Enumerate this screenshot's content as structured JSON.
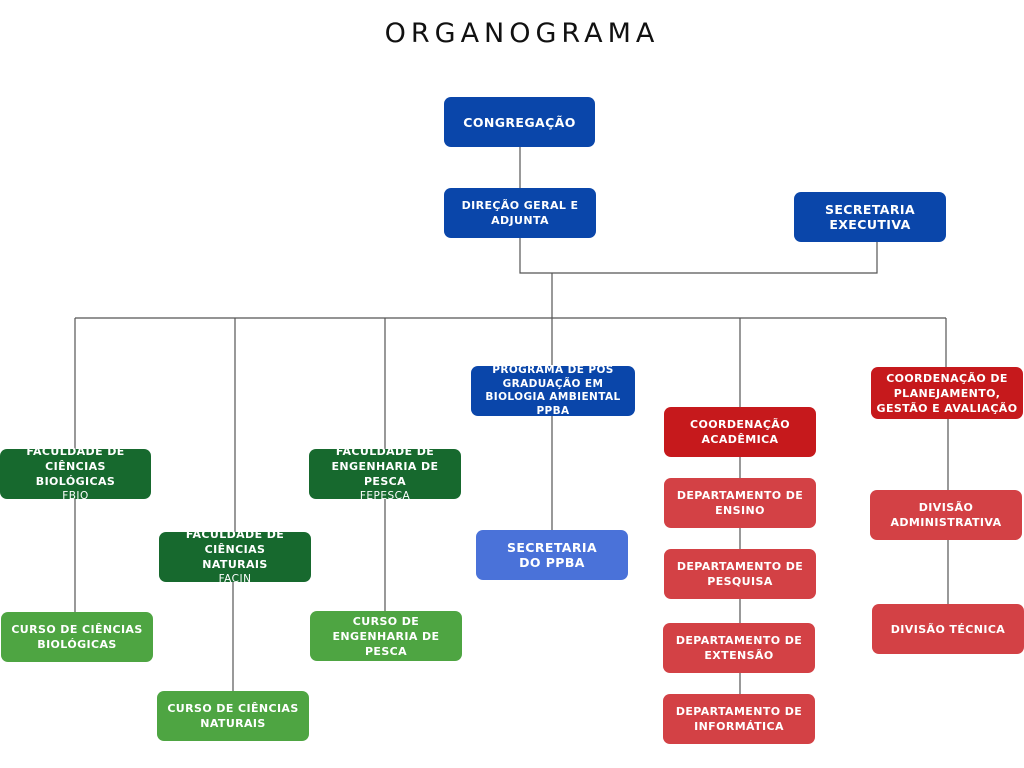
{
  "title": "ORGANOGRAMA",
  "nodes": {
    "congregacao": "CONGREGAÇÃO",
    "direcao": "DIREÇÃO GERAL E ADJUNTA",
    "secretaria_executiva": "SECRETARIA EXECUTIVA",
    "programa_ppba": "PROGRAMA DE PÓS GRADUAÇÃO EM BIOLOGIA AMBIENTAL PPBA",
    "secretaria_ppba": "SECRETARIA DO PPBA",
    "fbio": {
      "name": "FACULDADE DE CIÊNCIAS BIOLÓGICAS",
      "abbr": "FBIO"
    },
    "curso_bio": "CURSO DE CIÊNCIAS BIOLÓGICAS",
    "facin": {
      "name": "FACULDADE DE CIÊNCIAS NATURAIS",
      "abbr": "FACIN"
    },
    "curso_nat": "CURSO DE CIÊNCIAS NATURAIS",
    "fepesca": {
      "name": "FACULDADE DE ENGENHARIA DE PESCA",
      "abbr": "FEPESCA"
    },
    "curso_pesca": "CURSO DE ENGENHARIA DE PESCA",
    "coord_academica": "COORDENAÇÃO ACADÊMICA",
    "dep_ensino": "DEPARTAMENTO DE ENSINO",
    "dep_pesquisa": "DEPARTAMENTO DE PESQUISA",
    "dep_extensao": "DEPARTAMENTO DE EXTENSÃO",
    "dep_informatica": "DEPARTAMENTO DE INFORMÁTICA",
    "coord_planejamento": "COORDENAÇÃO DE PLANEJAMENTO, GESTÃO E AVALIAÇÃO",
    "div_administrativa": "DIVISÃO ADMINISTRATIVA",
    "div_tecnica": "DIVISÃO TÉCNICA"
  },
  "colors": {
    "blue": "#0a46aa",
    "light_blue": "#4a72d9",
    "dark_green": "#17692e",
    "light_green": "#4ea542",
    "dark_red": "#c6191c",
    "red": "#d34145",
    "connector": "#555555"
  }
}
